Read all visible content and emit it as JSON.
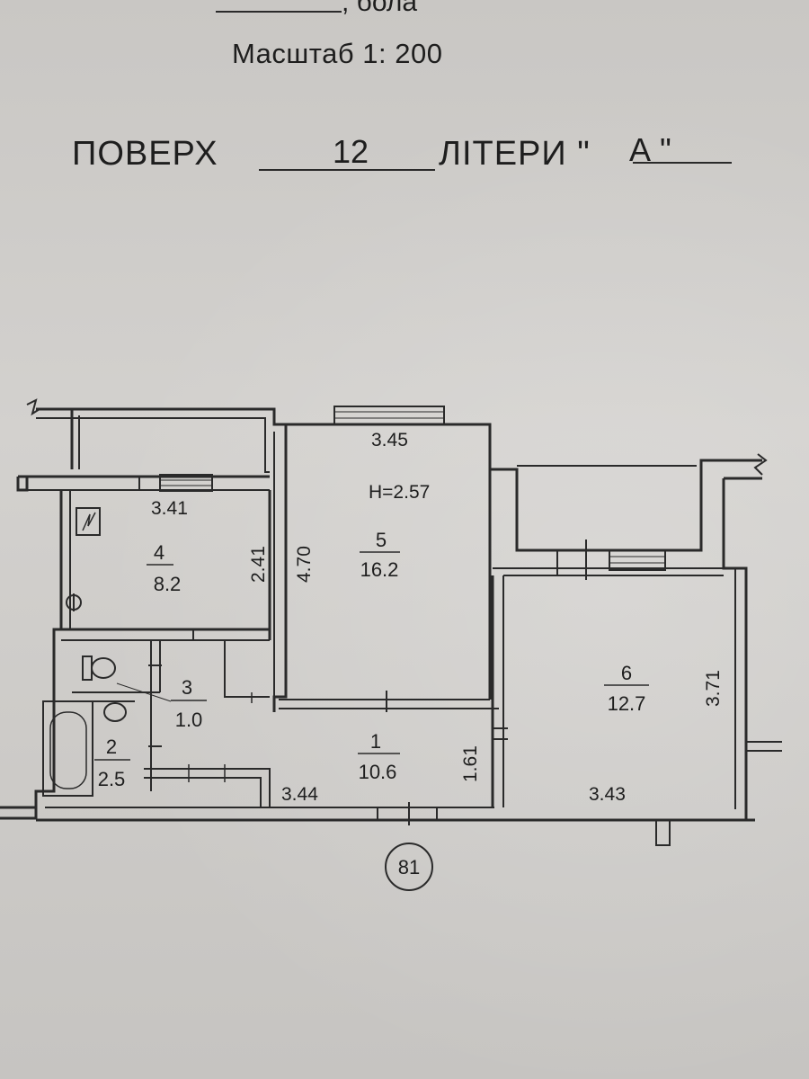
{
  "header": {
    "top_fragment": ", бола",
    "scale": "Масштаб 1: 200",
    "floor_label": "ПОВЕРХ",
    "floor_value": "12",
    "letter_label": "ЛІТЕРИ \"",
    "letter_value": "А \""
  },
  "height": "H=2.57",
  "rooms": [
    {
      "number": "1",
      "area": "10.6"
    },
    {
      "number": "2",
      "area": "2.5"
    },
    {
      "number": "3",
      "area": "1.0"
    },
    {
      "number": "4",
      "area": "8.2"
    },
    {
      "number": "5",
      "area": "16.2"
    },
    {
      "number": "6",
      "area": "12.7"
    }
  ],
  "dimensions": {
    "room5_width": "3.45",
    "room4_width": "3.41",
    "room4_height": "2.41",
    "room5_height": "4.70",
    "room1_height": "1.61",
    "room1_width": "3.44",
    "room6_height": "3.71",
    "room6_width": "3.43"
  },
  "apartment_number": "81"
}
